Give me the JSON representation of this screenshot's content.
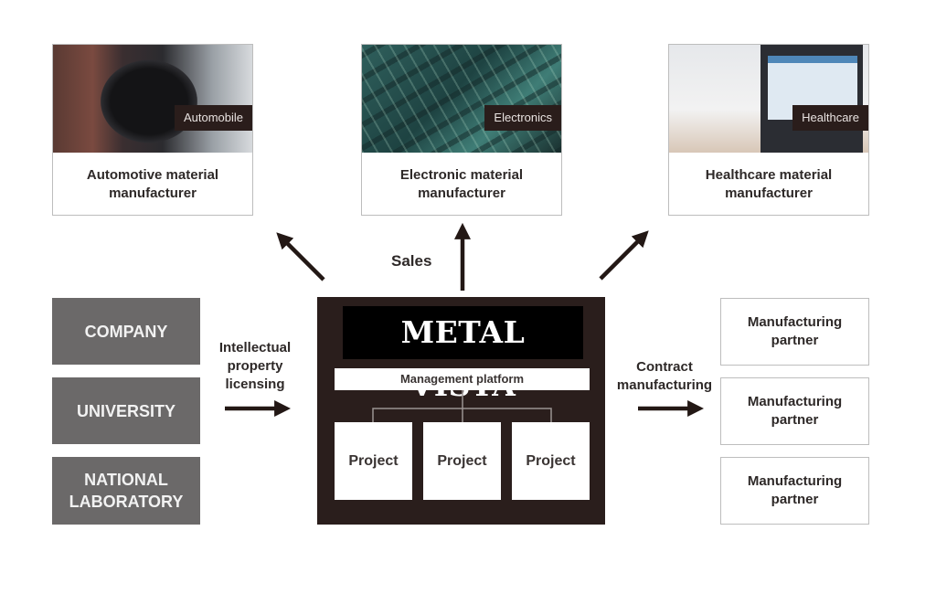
{
  "markets": [
    {
      "tag": "Automobile",
      "caption": "Automotive material\nmanufacturer"
    },
    {
      "tag": "Electronics",
      "caption": "Electronic material\nmanufacturer"
    },
    {
      "tag": "Healthcare",
      "caption": "Healthcare material\nmanufacturer"
    }
  ],
  "sales_label": "Sales",
  "sources": [
    {
      "label": "COMPANY"
    },
    {
      "label": "UNIVERSITY"
    },
    {
      "label": "NATIONAL\nLABORATORY"
    }
  ],
  "ip_label": "Intellectual\nproperty\nlicensing",
  "hub": {
    "brand": "METAL VISTA",
    "platform": "Management platform",
    "projects": [
      "Project",
      "Project",
      "Project"
    ]
  },
  "contract_label": "Contract\nmanufacturing",
  "partners": [
    {
      "label": "Manufacturing\npartner"
    },
    {
      "label": "Manufacturing\npartner"
    },
    {
      "label": "Manufacturing\npartner"
    }
  ],
  "colors": {
    "hub": "#2a1e1c",
    "source_box": "#6b6969",
    "arrow": "#231815"
  }
}
